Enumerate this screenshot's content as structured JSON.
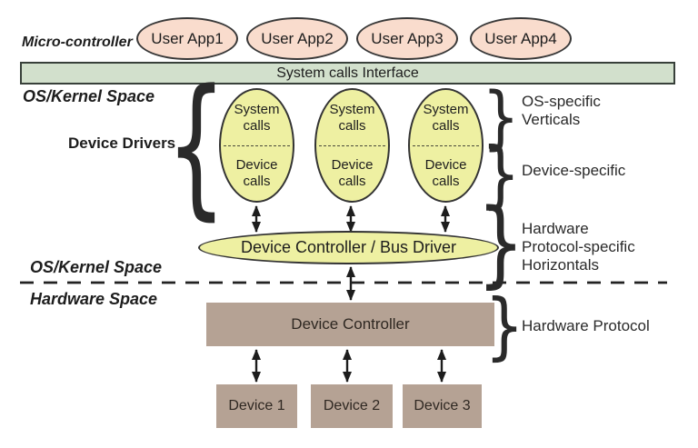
{
  "labels": {
    "micro_controller": "Micro-controller",
    "os_kernel_space_top": "OS/Kernel Space",
    "device_drivers": "Device Drivers",
    "os_kernel_space_bottom": "OS/Kernel Space",
    "hardware_space": "Hardware Space"
  },
  "user_apps": [
    {
      "label": "User App1"
    },
    {
      "label": "User App2"
    },
    {
      "label": "User App3"
    },
    {
      "label": "User App4"
    }
  ],
  "interface_bar": {
    "label": "System calls Interface"
  },
  "driver_ellipses": [
    {
      "top": "System calls",
      "bottom": "Device calls"
    },
    {
      "top": "System calls",
      "bottom": "Device calls"
    },
    {
      "top": "System calls",
      "bottom": "Device calls"
    }
  ],
  "bus_driver": {
    "label": "Device Controller / Bus Driver"
  },
  "device_controller": {
    "label": "Device Controller"
  },
  "devices": [
    {
      "label": "Device 1"
    },
    {
      "label": "Device 2"
    },
    {
      "label": "Device 3"
    }
  ],
  "annotations": {
    "os_specific_line1": "OS-specific",
    "os_specific_line2": "Verticals",
    "device_specific": "Device-specific",
    "hw_horizontals_line1": "Hardware",
    "hw_horizontals_line2": "Protocol-specific",
    "hw_horizontals_line3": "Horizontals",
    "hardware_protocol": "Hardware Protocol"
  },
  "glyphs": {
    "brace_left": "{",
    "brace_right": "}"
  },
  "colors": {
    "app_fill": "#f9dccd",
    "interface_fill": "#d2e0cc",
    "driver_fill": "#eef0a2",
    "hardware_fill": "#b5a294",
    "outline": "#333333",
    "text": "#1d1d1d"
  }
}
